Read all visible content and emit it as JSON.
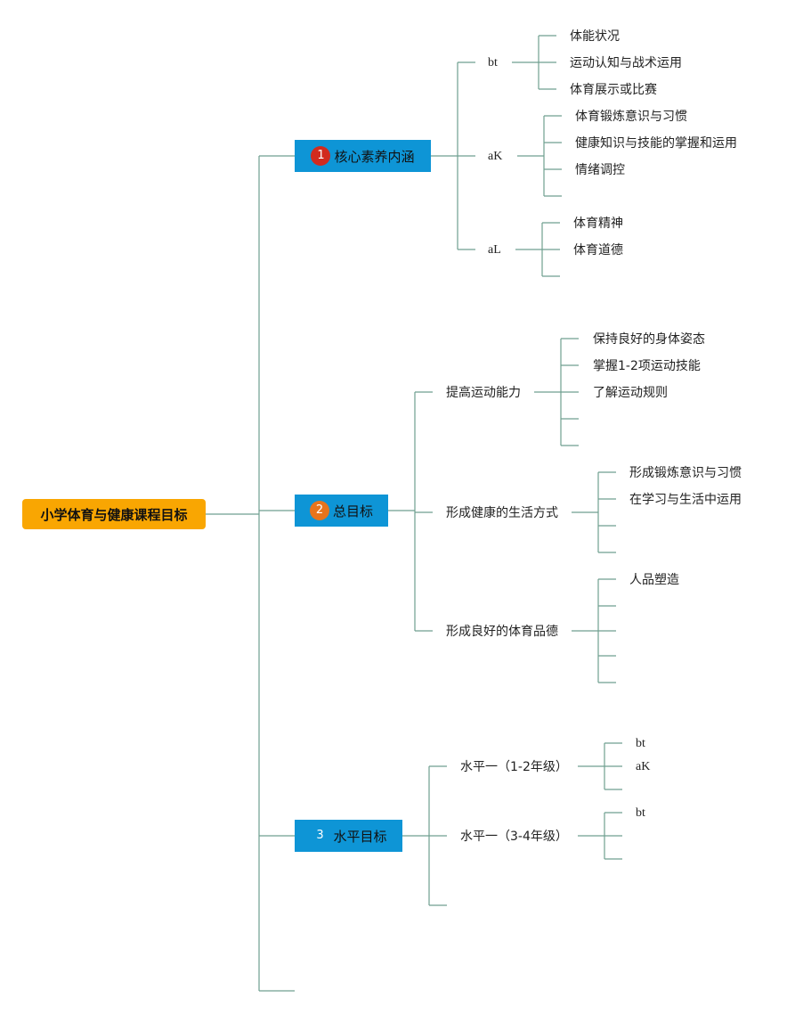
{
  "root": {
    "label": "小学体育与健康课程目标"
  },
  "branches": [
    {
      "badge": "1",
      "badge_color": "#d12b1f",
      "label": "核心素养内涵",
      "children": [
        {
          "label": "bt",
          "leaves": [
            "体能状况",
            "运动认知与战术运用",
            "体育展示或比赛"
          ]
        },
        {
          "label": "aK",
          "leaves": [
            "体育锻炼意识与习惯",
            "健康知识与技能的掌握和运用",
            "情绪调控",
            ""
          ]
        },
        {
          "label": "aL",
          "leaves": [
            "体育精神",
            "体育道德",
            ""
          ]
        }
      ]
    },
    {
      "badge": "2",
      "badge_color": "#e8741c",
      "label": "总目标",
      "children": [
        {
          "label": "提高运动能力",
          "leaves": [
            "保持良好的身体姿态",
            "掌握1-2项运动技能",
            "了解运动规则",
            "",
            ""
          ]
        },
        {
          "label": "形成健康的生活方式",
          "leaves": [
            "形成锻炼意识与习惯",
            "在学习与生活中运用",
            "",
            ""
          ]
        },
        {
          "label": "形成良好的体育品德",
          "leaves": [
            "人品塑造",
            "",
            "",
            "",
            ""
          ]
        }
      ]
    },
    {
      "badge": "3",
      "badge_color": "#0e95d6",
      "label": "水平目标",
      "children": [
        {
          "label": "水平一（1-2年级）",
          "leaves": [
            "bt",
            "aK",
            ""
          ]
        },
        {
          "label": "水平一（3-4年级）",
          "leaves": [
            "bt",
            "",
            ""
          ]
        },
        {
          "label": "",
          "leaves": []
        }
      ]
    },
    {
      "label": "",
      "children": []
    }
  ]
}
